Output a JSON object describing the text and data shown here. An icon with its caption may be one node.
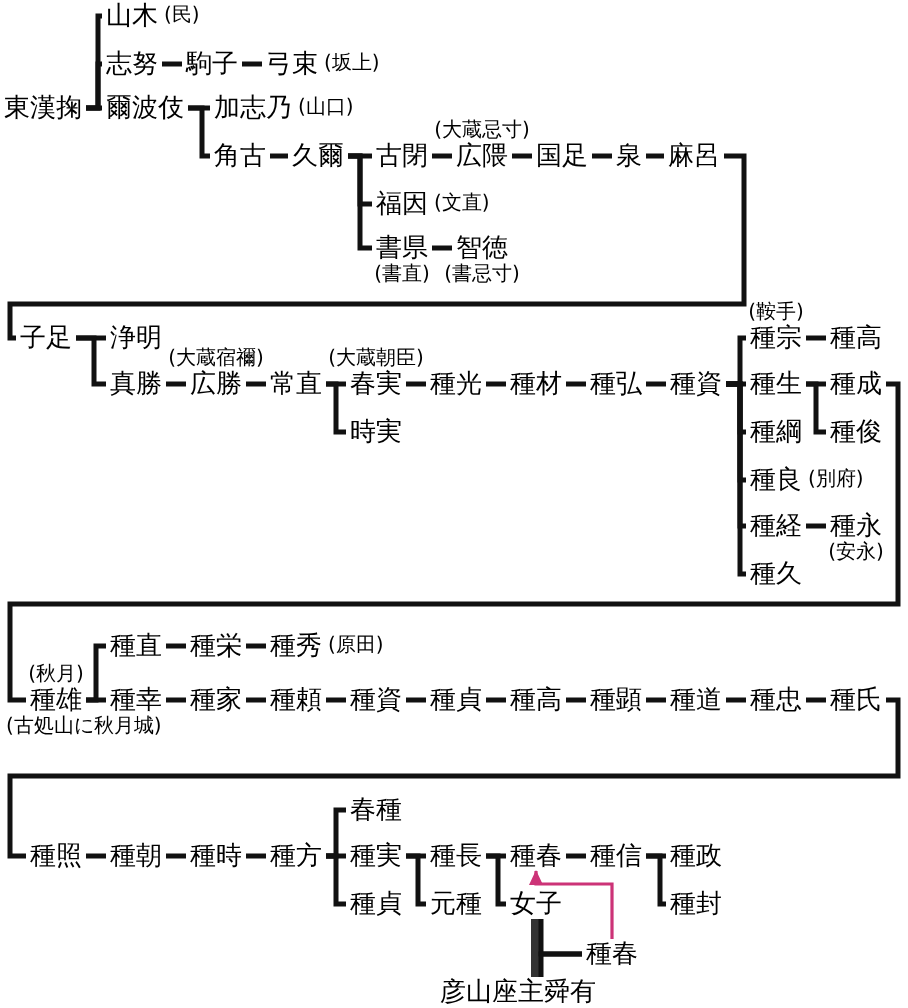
{
  "diagram": {
    "nodes": [
      {
        "text": [
          "東漢掬"
        ]
      },
      {
        "text": [
          "山木"
        ],
        "beside": [
          "(民)"
        ]
      },
      {
        "text": [
          "志努"
        ]
      },
      {
        "text": [
          "駒子"
        ]
      },
      {
        "text": [
          "弓束"
        ],
        "beside": [
          "(坂上)"
        ]
      },
      {
        "text": [
          "爾波伎"
        ]
      },
      {
        "text": [
          "加志乃"
        ],
        "beside": [
          "(山口)"
        ]
      },
      {
        "text": [
          "角古"
        ]
      },
      {
        "text": [
          "久爾"
        ]
      },
      {
        "text": [
          "古閉"
        ]
      },
      {
        "text": [
          "広隈"
        ],
        "beside": [
          "(大蔵忌寸)"
        ]
      },
      {
        "text": [
          "国足"
        ]
      },
      {
        "text": [
          "泉"
        ]
      },
      {
        "text": [
          "麻呂"
        ]
      },
      {
        "text": [
          "福因"
        ],
        "beside": [
          "(文直)"
        ]
      },
      {
        "text": [
          "書県"
        ],
        "beside": [
          "(書直)"
        ]
      },
      {
        "text": [
          "智徳"
        ],
        "beside": [
          "(書忌寸)"
        ]
      },
      {
        "text": [
          "子足"
        ]
      },
      {
        "text": [
          "浄明"
        ]
      },
      {
        "text": [
          "真勝"
        ]
      },
      {
        "text": [
          "広勝"
        ],
        "beside": [
          "(大蔵宿禰)"
        ]
      },
      {
        "text": [
          "常直"
        ]
      },
      {
        "text": [
          "春実"
        ],
        "beside": [
          "(大蔵朝臣)"
        ]
      },
      {
        "text": [
          "時実"
        ]
      },
      {
        "text": [
          "種光"
        ]
      },
      {
        "text": [
          "種材"
        ]
      },
      {
        "text": [
          "種弘"
        ]
      },
      {
        "text": [
          "種資"
        ]
      },
      {
        "text": [
          "種宗"
        ],
        "beside": [
          "(鞍手)"
        ]
      },
      {
        "text": [
          "種高"
        ]
      },
      {
        "text": [
          "種生"
        ]
      },
      {
        "text": [
          "種成"
        ]
      },
      {
        "text": [
          "種俊"
        ]
      },
      {
        "text": [
          "種綱"
        ]
      },
      {
        "text": [
          "種良"
        ],
        "beside": [
          "(別府)"
        ]
      },
      {
        "text": [
          "種経"
        ]
      },
      {
        "text": [
          "種永"
        ],
        "beside": [
          "(安永)"
        ]
      },
      {
        "text": [
          "種久"
        ]
      },
      {
        "text": [
          "種雄"
        ],
        "beside": [
          "(秋月)",
          "(古処山に秋月城)"
        ]
      },
      {
        "text": [
          "種直"
        ]
      },
      {
        "text": [
          "種栄"
        ]
      },
      {
        "text": [
          "種秀"
        ],
        "beside": [
          "(原田)"
        ]
      },
      {
        "text": [
          "種幸"
        ]
      },
      {
        "text": [
          "種家"
        ]
      },
      {
        "text": [
          "種頼"
        ]
      },
      {
        "text": [
          "種資"
        ]
      },
      {
        "text": [
          "種貞"
        ]
      },
      {
        "text": [
          "種高"
        ]
      },
      {
        "text": [
          "種顕"
        ]
      },
      {
        "text": [
          "種道"
        ]
      },
      {
        "text": [
          "種忠"
        ]
      },
      {
        "text": [
          "種氏"
        ]
      },
      {
        "text": [
          "種照"
        ]
      },
      {
        "text": [
          "種朝"
        ]
      },
      {
        "text": [
          "種時"
        ]
      },
      {
        "text": [
          "種方"
        ]
      },
      {
        "text": [
          "春種"
        ]
      },
      {
        "text": [
          "種実"
        ]
      },
      {
        "text": [
          "種貞"
        ]
      },
      {
        "text": [
          "種長"
        ]
      },
      {
        "text": [
          "元種"
        ]
      },
      {
        "text": [
          "種春"
        ]
      },
      {
        "text": [
          "女子"
        ]
      },
      {
        "text": [
          "種信"
        ]
      },
      {
        "text": [
          "種政"
        ]
      },
      {
        "text": [
          "種封"
        ]
      },
      {
        "text": [
          "種春"
        ]
      },
      {
        "text": [
          "彦山座主舜有"
        ]
      }
    ],
    "edges": [
      {
        "from": 0,
        "to": 1,
        "arrow": "none"
      },
      {
        "from": 0,
        "to": 2,
        "arrow": "none"
      },
      {
        "from": 0,
        "to": 5,
        "arrow": "none"
      },
      {
        "from": 2,
        "to": 3,
        "arrow": "none"
      },
      {
        "from": 3,
        "to": 4,
        "arrow": "none"
      },
      {
        "from": 5,
        "to": 6,
        "arrow": "none"
      },
      {
        "from": 5,
        "to": 7,
        "arrow": "none"
      },
      {
        "from": 7,
        "to": 8,
        "arrow": "none"
      },
      {
        "from": 8,
        "to": 9,
        "arrow": "none"
      },
      {
        "from": 8,
        "to": 14,
        "arrow": "none"
      },
      {
        "from": 8,
        "to": 15,
        "arrow": "none"
      },
      {
        "from": 9,
        "to": 10,
        "arrow": "none"
      },
      {
        "from": 10,
        "to": 11,
        "arrow": "none"
      },
      {
        "from": 11,
        "to": 12,
        "arrow": "none"
      },
      {
        "from": 12,
        "to": 13,
        "arrow": "none"
      },
      {
        "from": 15,
        "to": 16,
        "arrow": "none"
      },
      {
        "from": 13,
        "to": 17,
        "arrow": "none"
      },
      {
        "from": 17,
        "to": 18,
        "arrow": "none"
      },
      {
        "from": 17,
        "to": 19,
        "arrow": "none"
      },
      {
        "from": 19,
        "to": 20,
        "arrow": "none"
      },
      {
        "from": 20,
        "to": 21,
        "arrow": "none"
      },
      {
        "from": 21,
        "to": 22,
        "arrow": "none"
      },
      {
        "from": 21,
        "to": 23,
        "arrow": "none"
      },
      {
        "from": 22,
        "to": 24,
        "arrow": "none"
      },
      {
        "from": 24,
        "to": 25,
        "arrow": "none"
      },
      {
        "from": 25,
        "to": 26,
        "arrow": "none"
      },
      {
        "from": 26,
        "to": 27,
        "arrow": "none"
      },
      {
        "from": 27,
        "to": 28,
        "arrow": "none"
      },
      {
        "from": 27,
        "to": 30,
        "arrow": "none"
      },
      {
        "from": 27,
        "to": 33,
        "arrow": "none"
      },
      {
        "from": 27,
        "to": 34,
        "arrow": "none"
      },
      {
        "from": 27,
        "to": 35,
        "arrow": "none"
      },
      {
        "from": 27,
        "to": 37,
        "arrow": "none"
      },
      {
        "from": 28,
        "to": 29,
        "arrow": "none"
      },
      {
        "from": 30,
        "to": 31,
        "arrow": "none"
      },
      {
        "from": 30,
        "to": 32,
        "arrow": "none"
      },
      {
        "from": 35,
        "to": 36,
        "arrow": "none"
      },
      {
        "from": 31,
        "to": 38,
        "arrow": "none"
      },
      {
        "from": 38,
        "to": 39,
        "arrow": "none"
      },
      {
        "from": 38,
        "to": 42,
        "arrow": "none"
      },
      {
        "from": 39,
        "to": 40,
        "arrow": "none"
      },
      {
        "from": 40,
        "to": 41,
        "arrow": "none"
      },
      {
        "from": 42,
        "to": 43,
        "arrow": "none"
      },
      {
        "from": 43,
        "to": 44,
        "arrow": "none"
      },
      {
        "from": 44,
        "to": 45,
        "arrow": "none"
      },
      {
        "from": 45,
        "to": 46,
        "arrow": "none"
      },
      {
        "from": 46,
        "to": 47,
        "arrow": "none"
      },
      {
        "from": 47,
        "to": 48,
        "arrow": "none"
      },
      {
        "from": 48,
        "to": 49,
        "arrow": "none"
      },
      {
        "from": 49,
        "to": 50,
        "arrow": "none"
      },
      {
        "from": 50,
        "to": 51,
        "arrow": "none"
      },
      {
        "from": 51,
        "to": 52,
        "arrow": "none"
      },
      {
        "from": 52,
        "to": 53,
        "arrow": "none"
      },
      {
        "from": 53,
        "to": 54,
        "arrow": "none"
      },
      {
        "from": 54,
        "to": 55,
        "arrow": "none"
      },
      {
        "from": 55,
        "to": 56,
        "arrow": "none"
      },
      {
        "from": 55,
        "to": 57,
        "arrow": "none"
      },
      {
        "from": 55,
        "to": 58,
        "arrow": "none"
      },
      {
        "from": 57,
        "to": 59,
        "arrow": "none"
      },
      {
        "from": 57,
        "to": 60,
        "arrow": "none"
      },
      {
        "from": 59,
        "to": 61,
        "arrow": "none"
      },
      {
        "from": 59,
        "to": 62,
        "arrow": "none"
      },
      {
        "from": 61,
        "to": 63,
        "arrow": "none"
      },
      {
        "from": 63,
        "to": 64,
        "arrow": "none"
      },
      {
        "from": 63,
        "to": 65,
        "arrow": "none"
      },
      {
        "from": 62,
        "to": 67,
        "arrow": "none",
        "style": "thick"
      },
      {
        "from": 62,
        "to": 66,
        "arrow": "none"
      },
      {
        "from": 67,
        "to": 66,
        "arrow": "none"
      },
      {
        "from": 66,
        "to": 61,
        "arrow": "to",
        "color": "#cc3377"
      }
    ]
  }
}
